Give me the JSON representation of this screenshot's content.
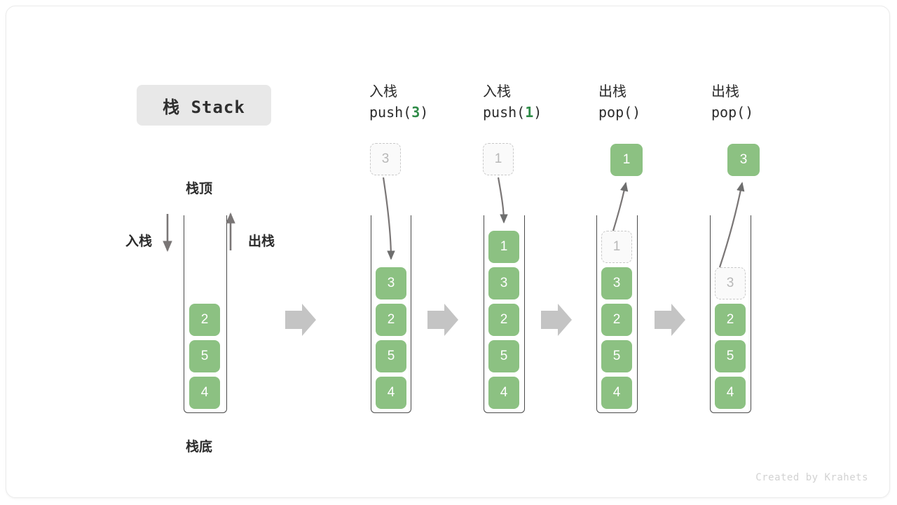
{
  "title": "栈 Stack",
  "labels": {
    "top": "栈顶",
    "bottom": "栈底",
    "push_side": "入栈",
    "pop_side": "出栈"
  },
  "watermark": "Created by Krahets",
  "colors": {
    "cell_green": "#8cc182",
    "arg_green": "#2e8b47",
    "ghost_fill": "#fafafa",
    "ghost_border": "#c9c9c9",
    "frame_stroke": "#4a4a4a",
    "flow_arrow": "#c4c4c4",
    "badge_bg": "#e8e8e8",
    "watermark": "#d2d2d2"
  },
  "steps": [
    {
      "id": "initial",
      "op_cn": "",
      "op_code": "",
      "op_arg": "",
      "cells": [
        "2",
        "5",
        "4"
      ],
      "ghost": null,
      "result": null
    },
    {
      "id": "push-3",
      "op_cn": "入栈",
      "op_code_prefix": "push(",
      "op_arg": "3",
      "op_code_suffix": ")",
      "cells": [
        "3",
        "2",
        "5",
        "4"
      ],
      "ghost": {
        "value": "3",
        "position": "above"
      },
      "result": null
    },
    {
      "id": "push-1",
      "op_cn": "入栈",
      "op_code_prefix": "push(",
      "op_arg": "1",
      "op_code_suffix": ")",
      "cells": [
        "1",
        "3",
        "2",
        "5",
        "4"
      ],
      "ghost": {
        "value": "1",
        "position": "above"
      },
      "result": null
    },
    {
      "id": "pop-1",
      "op_cn": "出栈",
      "op_code_prefix": "pop(",
      "op_arg": "",
      "op_code_suffix": ")",
      "cells": [
        "3",
        "2",
        "5",
        "4"
      ],
      "ghost": {
        "value": "1",
        "position": "slot0"
      },
      "result": {
        "value": "1"
      }
    },
    {
      "id": "pop-3",
      "op_cn": "出栈",
      "op_code_prefix": "pop(",
      "op_arg": "",
      "op_code_suffix": ")",
      "cells": [
        "2",
        "5",
        "4"
      ],
      "ghost": {
        "value": "3",
        "position": "slot1"
      },
      "result": {
        "value": "3"
      }
    }
  ]
}
